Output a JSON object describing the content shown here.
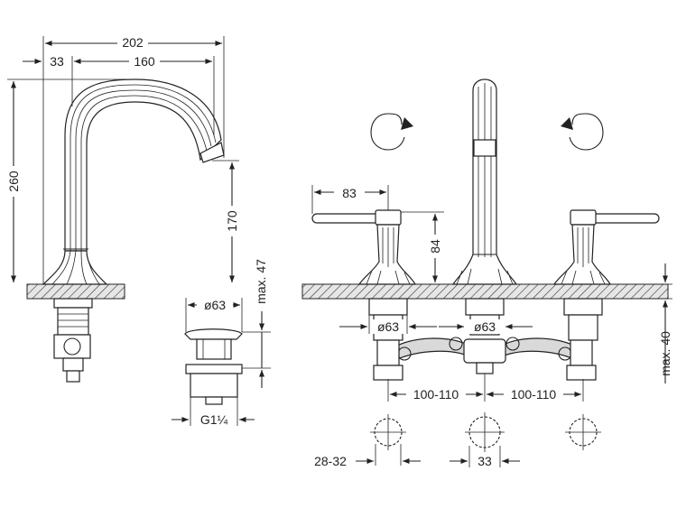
{
  "labels": {
    "spout_total_width": "202",
    "spout_offset": "33",
    "spout_reach": "160",
    "spout_height": "260",
    "spout_outlet_height": "170",
    "drain_diameter": "ø63",
    "drain_max": "max. 47",
    "drain_thread": "G1¼",
    "lever_length": "83",
    "lever_height": "84",
    "base_diameter_left": "ø63",
    "base_diameter_center": "ø63",
    "spacing_left": "100-110",
    "spacing_right": "100-110",
    "max_deck": "max. 40",
    "hole_range": "28-32",
    "hole_diameter": "33"
  },
  "colors": {
    "line": "#222222",
    "hatch_fill": "#d9d9d9",
    "background": "#ffffff"
  }
}
